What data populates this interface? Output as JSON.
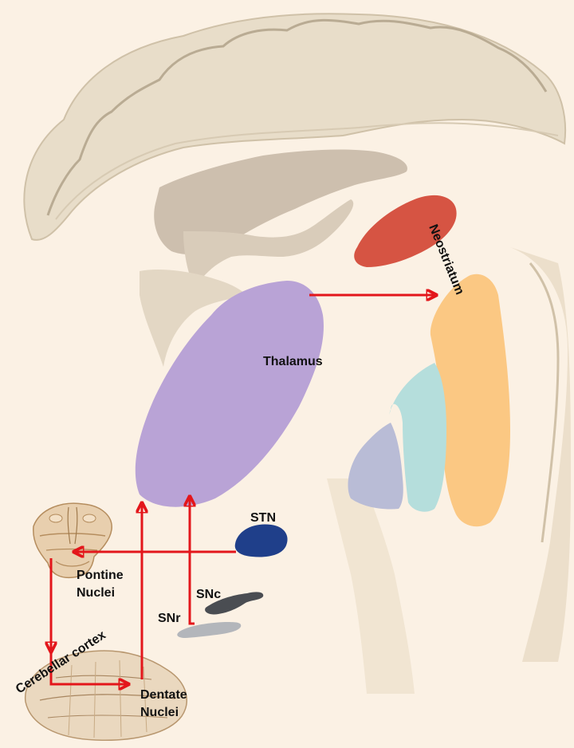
{
  "labels": {
    "neostriatum": "Neostriatum",
    "thalamus": "Thalamus",
    "stn": "STN",
    "snc": "SNc",
    "snr": "SNr",
    "pontine_line1": "Pontine",
    "pontine_line2": "Nuclei",
    "cerebellar_cortex": "Cerebellar cortex",
    "dentate_line1": "Dentate",
    "dentate_line2": "Nuclei"
  },
  "colors": {
    "background": "#fbf1e4",
    "arrow": "#e3161b",
    "neostriatum": "#d65443",
    "thalamus": "#b9a3d6",
    "stn": "#1f3f8a",
    "snc": "#4a4d52",
    "snr": "#b3b6bb",
    "globus_outer": "#fbc883",
    "globus_middle": "#b5dedc",
    "globus_inner": "#b9bcd6",
    "corpus_callosum": "#cdbfae"
  }
}
